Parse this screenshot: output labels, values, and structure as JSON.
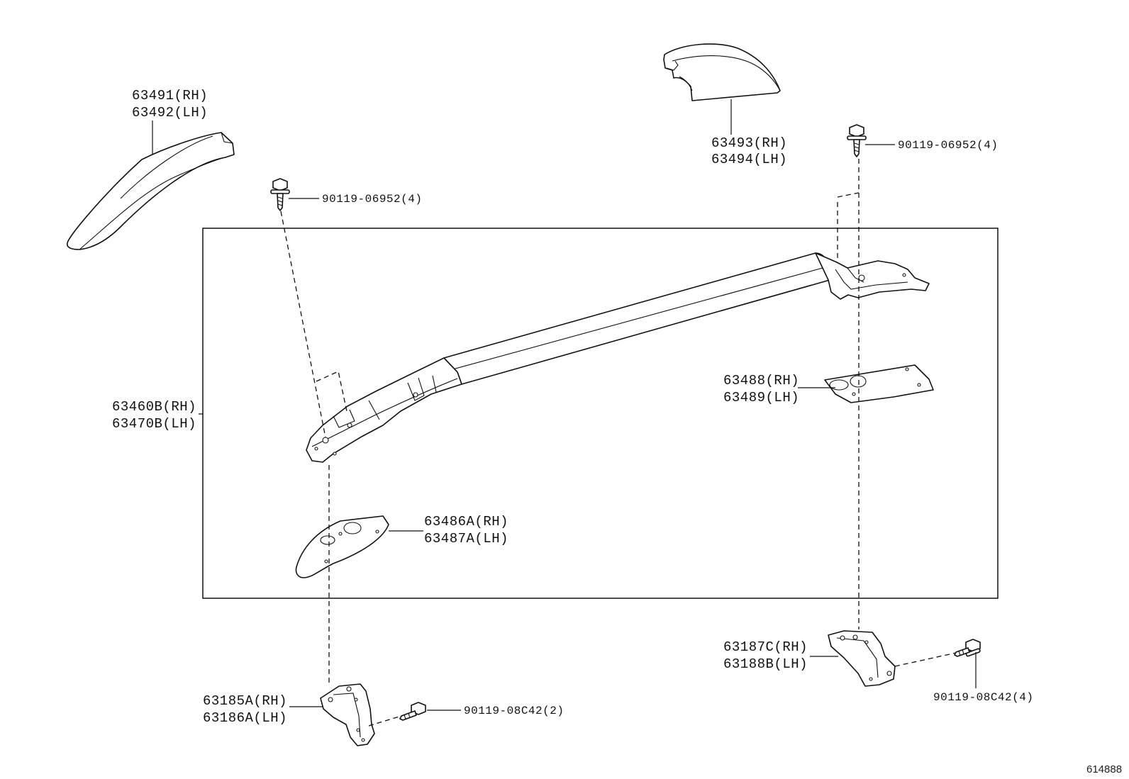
{
  "callouts": {
    "side_cover_front": [
      "63491(RH)",
      "63492(LH)"
    ],
    "end_cover_rear": [
      "63493(RH)",
      "63494(LH)"
    ],
    "bolt_front": "90119-06952(4)",
    "bolt_rear": "90119-06952(4)",
    "rail_assembly": [
      "63460B(RH)",
      "63470B(LH)"
    ],
    "pad_rear": [
      "63488(RH)",
      "63489(LH)"
    ],
    "pad_front": [
      "63486A(RH)",
      "63487A(LH)"
    ],
    "bracket_rear": [
      "63187C(RH)",
      "63188B(LH)"
    ],
    "bracket_front": [
      "63185A(RH)",
      "63186A(LH)"
    ],
    "bolt_bracket_rear": "90119-08C42(4)",
    "bolt_bracket_front": "90119-08C42(2)"
  },
  "figure_number": "614888"
}
